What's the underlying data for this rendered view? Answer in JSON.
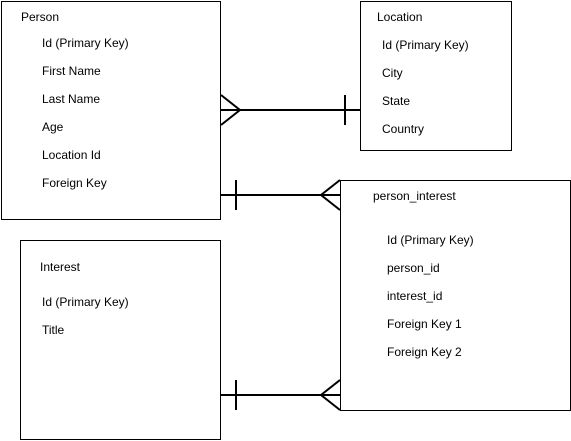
{
  "entities": {
    "person": {
      "title": "Person",
      "fields": [
        "Id (Primary Key)",
        "First Name",
        "Last Name",
        "Age",
        "Location Id",
        "Foreign Key"
      ]
    },
    "location": {
      "title": "Location",
      "fields": [
        "Id (Primary Key)",
        "City",
        "State",
        "Country"
      ]
    },
    "person_interest": {
      "title": "person_interest",
      "fields": [
        "Id (Primary Key)",
        "person_id",
        "interest_id",
        "Foreign Key 1",
        "Foreign Key 2"
      ]
    },
    "interest": {
      "title": "Interest",
      "fields": [
        "Id (Primary Key)",
        "Title"
      ]
    }
  },
  "relationships": [
    {
      "from": "Person",
      "from_end": "many",
      "to": "Location",
      "to_end": "one"
    },
    {
      "from": "Person",
      "from_end": "one",
      "to": "person_interest",
      "to_end": "many"
    },
    {
      "from": "Interest",
      "from_end": "one",
      "to": "person_interest",
      "to_end": "many"
    }
  ],
  "colors": {
    "stroke": "#000000",
    "fill": "#ffffff"
  }
}
